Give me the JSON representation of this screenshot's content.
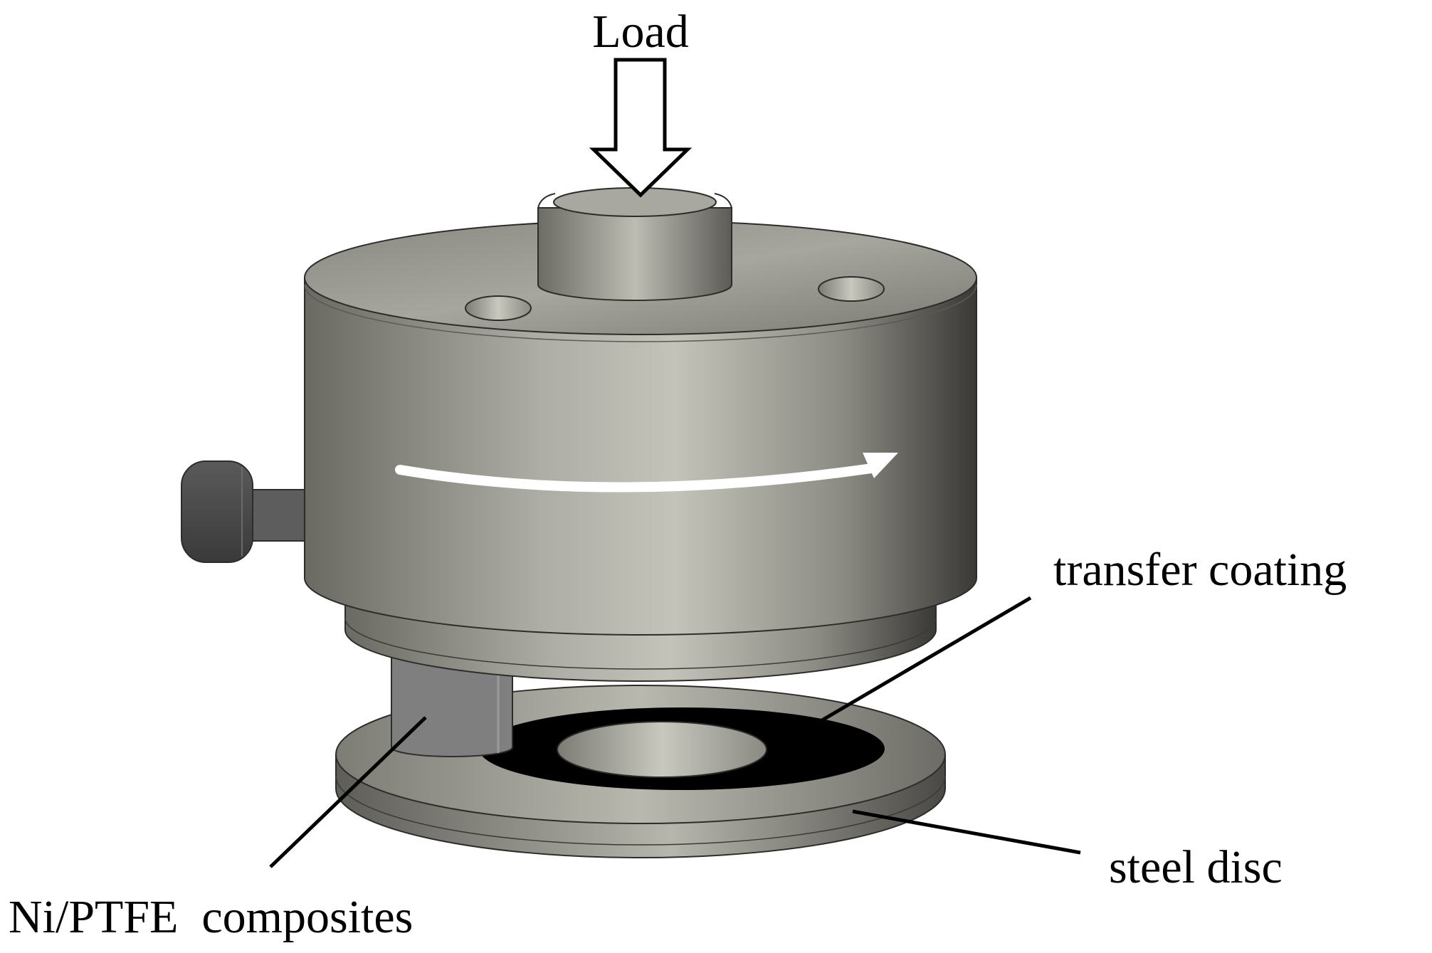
{
  "labels": {
    "load": "Load",
    "transfer_coating": "transfer coating",
    "steel_disc": "steel disc",
    "composites": "Ni/PTFE  composites"
  },
  "colors": {
    "metal_light": "#c2c1b8",
    "metal_mid": "#8e8d84",
    "metal_dark": "#3f3e3b",
    "pin": "#7f7f7f",
    "knob": "#555555",
    "coating": "#000000",
    "rotation_arrow": "#ffffff"
  }
}
